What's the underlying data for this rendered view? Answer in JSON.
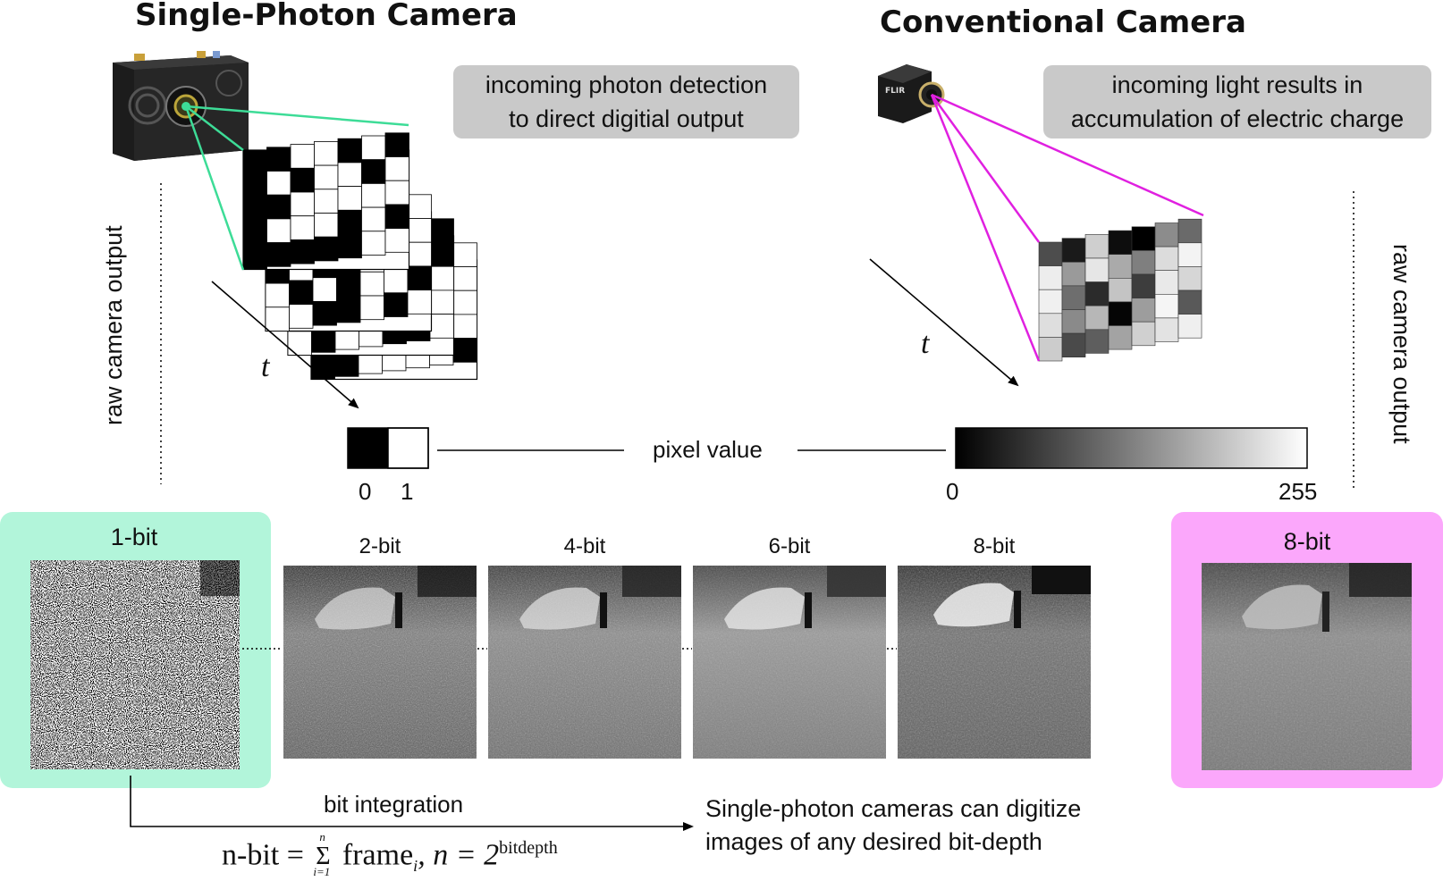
{
  "titles": {
    "left": "Single-Photon Camera",
    "right": "Conventional Camera"
  },
  "captions": {
    "spc_line1": "incoming photon detection",
    "spc_line2": "to direct digitial output",
    "conv_line1": "incoming light results in",
    "conv_line2": "accumulation of electric charge"
  },
  "axis": {
    "raw_output_left": "raw camera output",
    "raw_output_right": "raw camera output",
    "time_left": "t",
    "time_right": "t"
  },
  "scale": {
    "pixel_value": "pixel value",
    "binary_min": "0",
    "binary_max": "1",
    "gray_min": "0",
    "gray_max": "255"
  },
  "frames": [
    {
      "label": "1-bit"
    },
    {
      "label": "2-bit"
    },
    {
      "label": "4-bit"
    },
    {
      "label": "6-bit"
    },
    {
      "label": "8-bit"
    }
  ],
  "conventional_frame": {
    "label": "8-bit"
  },
  "integration": {
    "label": "bit integration",
    "formula_lhs": "n-bit = ",
    "formula_sum": "Σ",
    "formula_sum_top": "n",
    "formula_sum_bottom": "i=1",
    "formula_frame": " frame",
    "formula_sub": "i",
    "formula_n": ", n = 2",
    "formula_exp": "bitdepth"
  },
  "conclusion": {
    "line1": "Single-photon cameras can digitize",
    "line2": "images of any desired bit-depth"
  },
  "colors": {
    "spc_accent": "#3ddc97",
    "spc_panel": "#b2f5da",
    "conv_accent": "#e020e0",
    "conv_panel": "#fba7fb",
    "caption_bg": "#c9c9c9"
  }
}
